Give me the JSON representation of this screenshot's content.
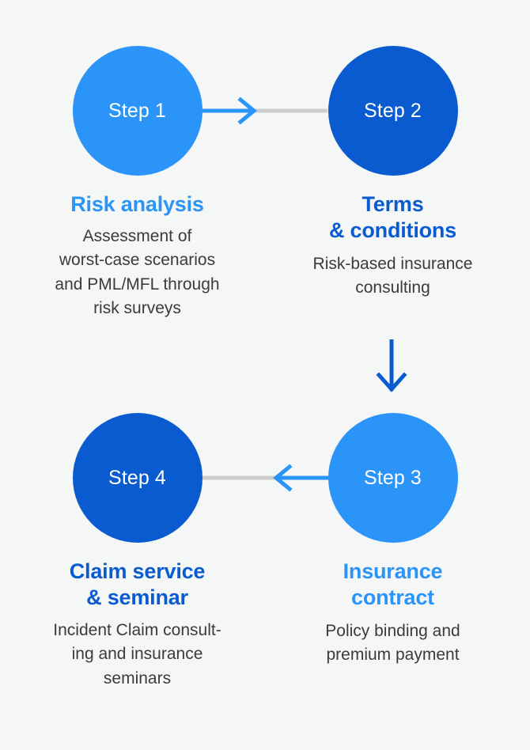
{
  "colors": {
    "background": "#f5f6f6",
    "accent_light_blue": "#2b94f9",
    "accent_dark_blue": "#0a5bd0",
    "connector_gray": "#cdcdcd",
    "body_text": "#3b3b3b",
    "circle_text": "#ffffff"
  },
  "steps": [
    {
      "badge": "Step 1",
      "title": "Risk analysis",
      "title_lines": [
        "Risk analysis"
      ],
      "description": "Assessment of worst-case scenarios and PML/MFL through risk surveys",
      "description_lines": [
        "Assessment of",
        "worst-case scenarios",
        "and PML/MFL through",
        "risk surveys"
      ],
      "circle_color": "#2b94f9",
      "title_color": "#2b94f9"
    },
    {
      "badge": "Step 2",
      "title": "Terms & conditions",
      "title_lines": [
        "Terms",
        "& conditions"
      ],
      "description": "Risk-based insurance consulting",
      "description_lines": [
        "Risk-based insurance",
        "consulting"
      ],
      "circle_color": "#0a5bd0",
      "title_color": "#0a5bd0"
    },
    {
      "badge": "Step 3",
      "title": "Insurance contract",
      "title_lines": [
        "Insurance",
        "contract"
      ],
      "description": "Policy binding and premium payment",
      "description_lines": [
        "Policy binding and",
        "premium payment"
      ],
      "circle_color": "#2b94f9",
      "title_color": "#2b94f9"
    },
    {
      "badge": "Step 4",
      "title": "Claim service & seminar",
      "title_lines": [
        "Claim service",
        "& seminar"
      ],
      "description": "Incident Claim consulting and insurance seminars",
      "description_lines": [
        "Incident Claim consult-",
        "ing and insurance",
        "seminars"
      ],
      "circle_color": "#0a5bd0",
      "title_color": "#0a5bd0"
    }
  ],
  "connectors": [
    {
      "name": "step1-to-step2",
      "direction": "right",
      "arrow_color": "#2b94f9",
      "tail_color": "#cdcdcd"
    },
    {
      "name": "step2-to-step3",
      "direction": "down",
      "arrow_color": "#0a5bd0",
      "tail_color": "#0a5bd0"
    },
    {
      "name": "step3-to-step4",
      "direction": "left",
      "arrow_color": "#2b94f9",
      "tail_color": "#cdcdcd"
    }
  ]
}
